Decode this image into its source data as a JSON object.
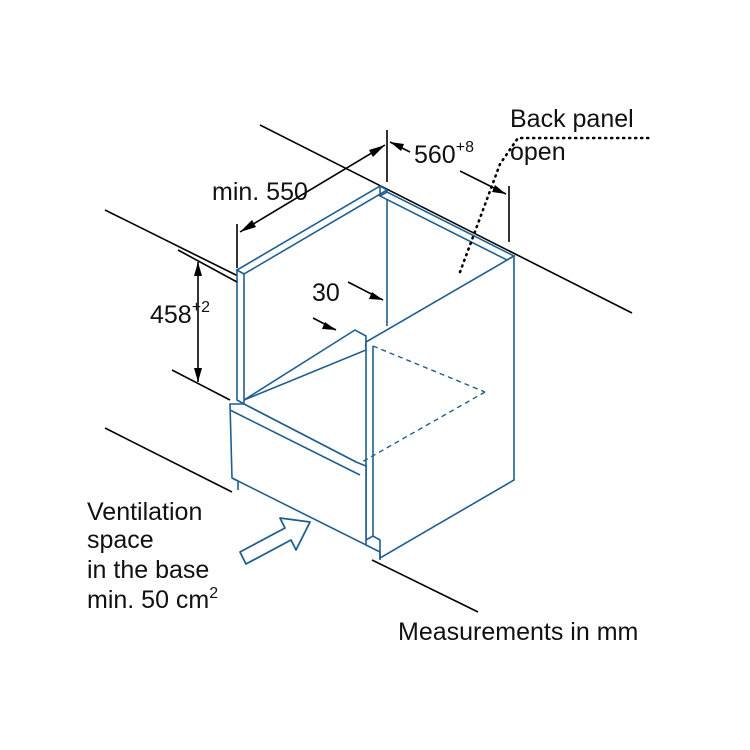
{
  "labels": {
    "back_panel_line1": "Back panel",
    "back_panel_line2": "open",
    "dim_width": "560",
    "dim_width_sup": "+8",
    "dim_depth": "min. 550",
    "dim_height": "458",
    "dim_height_sup": "+2",
    "dim_gap": "30",
    "vent_line1": "Ventilation",
    "vent_line2": "space",
    "vent_line3": "in the base",
    "vent_line4": "min. 50 cm",
    "vent_line4_sup": "2",
    "units_note": "Measurements in mm"
  },
  "colors": {
    "outline": "#1f5f8f",
    "dimension": "#000000"
  },
  "icons": {
    "ventilation_arrow": "arrow-right-up-outline"
  }
}
